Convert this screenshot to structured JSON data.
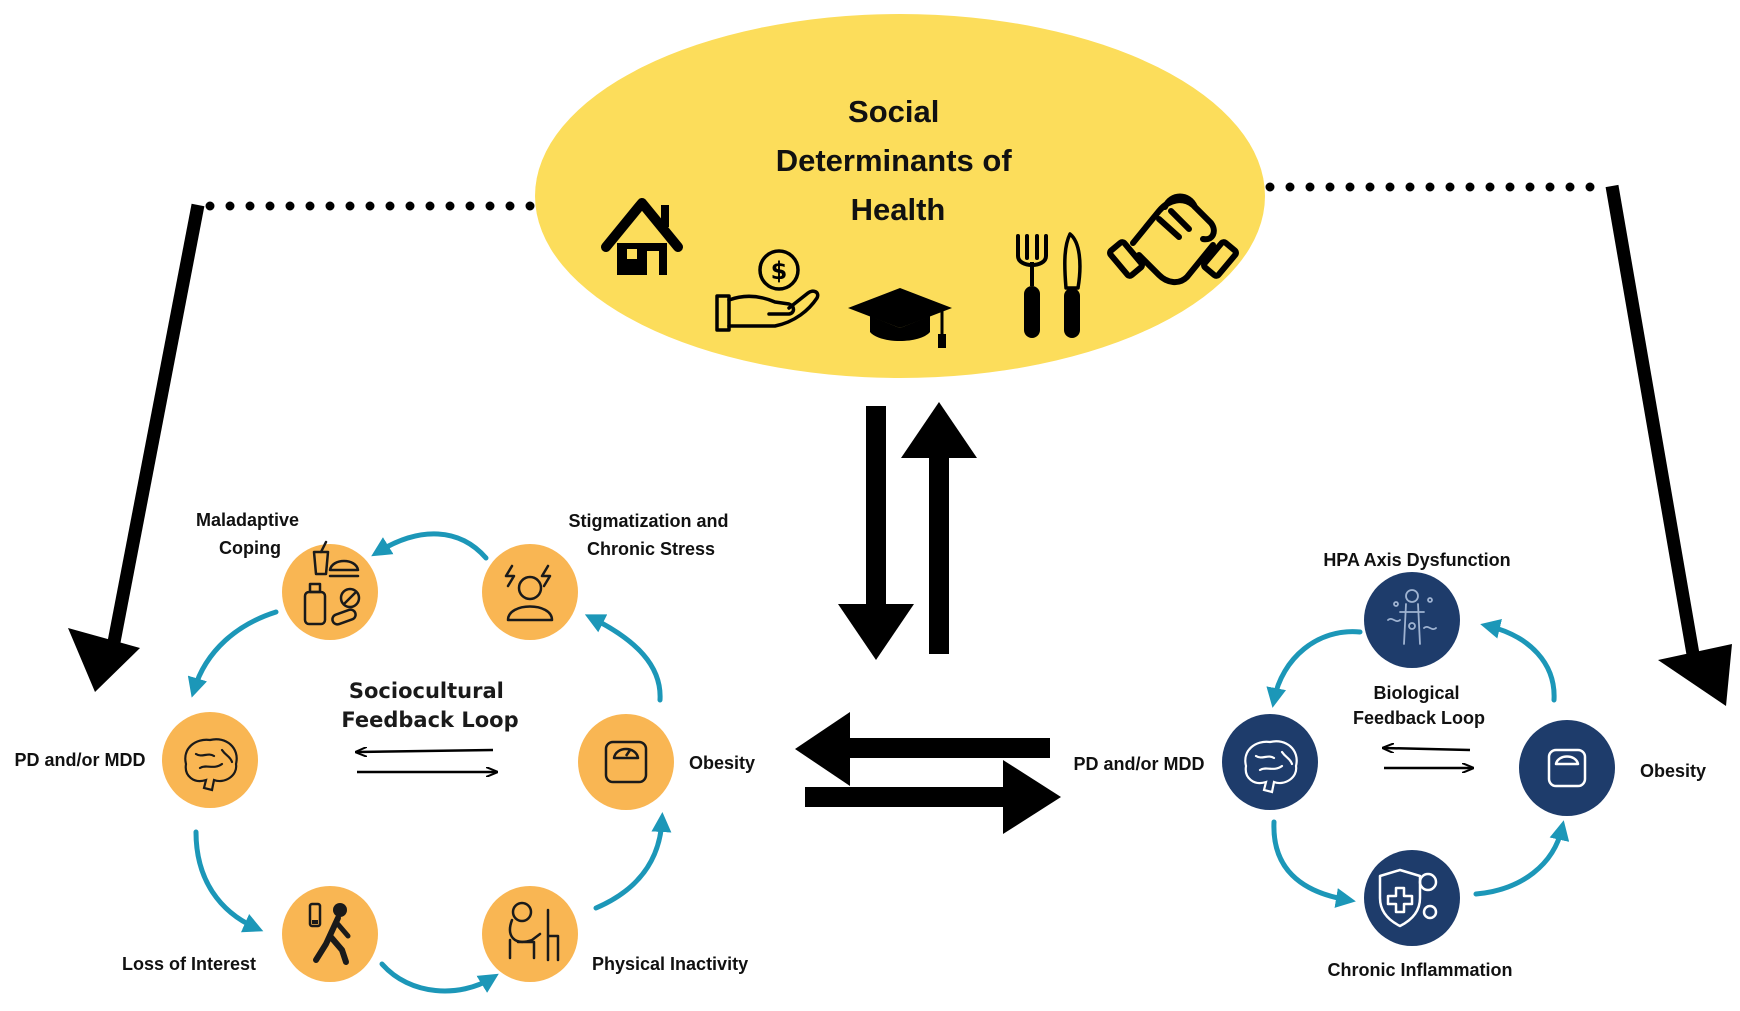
{
  "colors": {
    "sdoh_fill": "#FCDD5B",
    "node_orange": "#F9B653",
    "node_navy": "#1E3C6B",
    "cycle_arrow": "#1C97B8",
    "ink": "#000000"
  },
  "sdoh": {
    "title_lines": [
      "Social",
      "Determinants of",
      "Health"
    ],
    "icons": [
      "house-icon",
      "money-hand-icon",
      "graduation-cap-icon",
      "fork-knife-icon",
      "handshake-icon"
    ]
  },
  "socio_loop": {
    "title_lines": [
      "Sociocultural",
      "Feedback Loop"
    ],
    "nodes": [
      {
        "label_lines": [
          "Maladaptive",
          "Coping"
        ],
        "icon": "food-pills-bottle-icon"
      },
      {
        "label_lines": [
          "Stigmatization and",
          "Chronic Stress"
        ],
        "icon": "stressed-person-icon"
      },
      {
        "label_lines": [
          "Obesity"
        ],
        "icon": "scale-icon"
      },
      {
        "label_lines": [
          "Physical Inactivity"
        ],
        "icon": "tired-sitting-person-icon"
      },
      {
        "label_lines": [
          "Loss of Interest"
        ],
        "icon": "low-battery-person-icon"
      },
      {
        "label_lines": [
          "PD and/or MDD"
        ],
        "icon": "brain-icon"
      }
    ]
  },
  "bio_loop": {
    "title_lines": [
      "Biological",
      "Feedback Loop"
    ],
    "nodes": [
      {
        "label_lines": [
          "HPA Axis Dysfunction"
        ],
        "icon": "body-glands-icon"
      },
      {
        "label_lines": [
          "Obesity"
        ],
        "icon": "scale-icon"
      },
      {
        "label_lines": [
          "Chronic Inflammation"
        ],
        "icon": "shield-virus-icon"
      },
      {
        "label_lines": [
          "PD and/or MDD"
        ],
        "icon": "brain-icon"
      }
    ]
  }
}
